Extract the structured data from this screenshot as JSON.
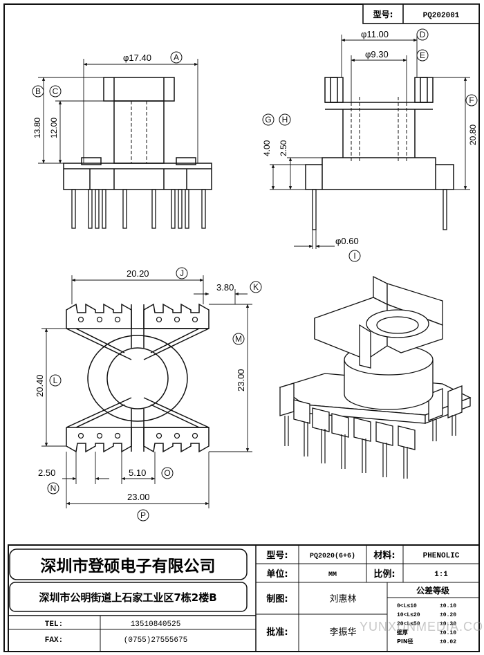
{
  "header": {
    "model_label": "型号:",
    "model_value": "PQ202001"
  },
  "dimensions": {
    "A": "φ17.40",
    "B_value": "13.80",
    "C_value": "12.00",
    "D": "φ11.00",
    "E": "φ9.30",
    "F_value": "20.80",
    "G_value": "4.00",
    "H_value": "2.50",
    "I": "φ0.60",
    "J": "20.20",
    "K": "3.80",
    "L": "20.40",
    "M": "23.00",
    "N": "2.50",
    "O": "5.10",
    "P": "23.00"
  },
  "circle_labels": [
    "A",
    "B",
    "C",
    "D",
    "E",
    "F",
    "G",
    "H",
    "I",
    "J",
    "K",
    "L",
    "M",
    "N",
    "O",
    "P"
  ],
  "title_block": {
    "company_name": "深圳市登硕电子有限公司",
    "company_address": "深圳市公明街道上石家工业区7栋2楼B",
    "tel_label": "TEL:",
    "tel_value": "13510840525",
    "fax_label": "FAX:",
    "fax_value": "(0755)27555675",
    "model_label": "型号:",
    "model_value": "PQ2020(6+6)",
    "material_label": "材料:",
    "material_value": "PHENOLIC",
    "unit_label": "单位:",
    "unit_value": "MM",
    "scale_label": "比例:",
    "scale_value": "1:1",
    "drawn_label": "制图:",
    "drawn_value": "刘惠林",
    "approved_label": "批准:",
    "approved_value": "李振华",
    "tolerance_title": "公差等级",
    "tolerances": [
      {
        "range": "0<L≤10",
        "value": "±0.10"
      },
      {
        "range": "10<L≤20",
        "value": "±0.20"
      },
      {
        "range": "20<L≤50",
        "value": "±0.30"
      },
      {
        "range": "壁厚",
        "value": "±0.10"
      },
      {
        "range": "PIN径",
        "value": "±0.02"
      }
    ]
  },
  "watermark": "YUNXUNMEDIA.COM"
}
